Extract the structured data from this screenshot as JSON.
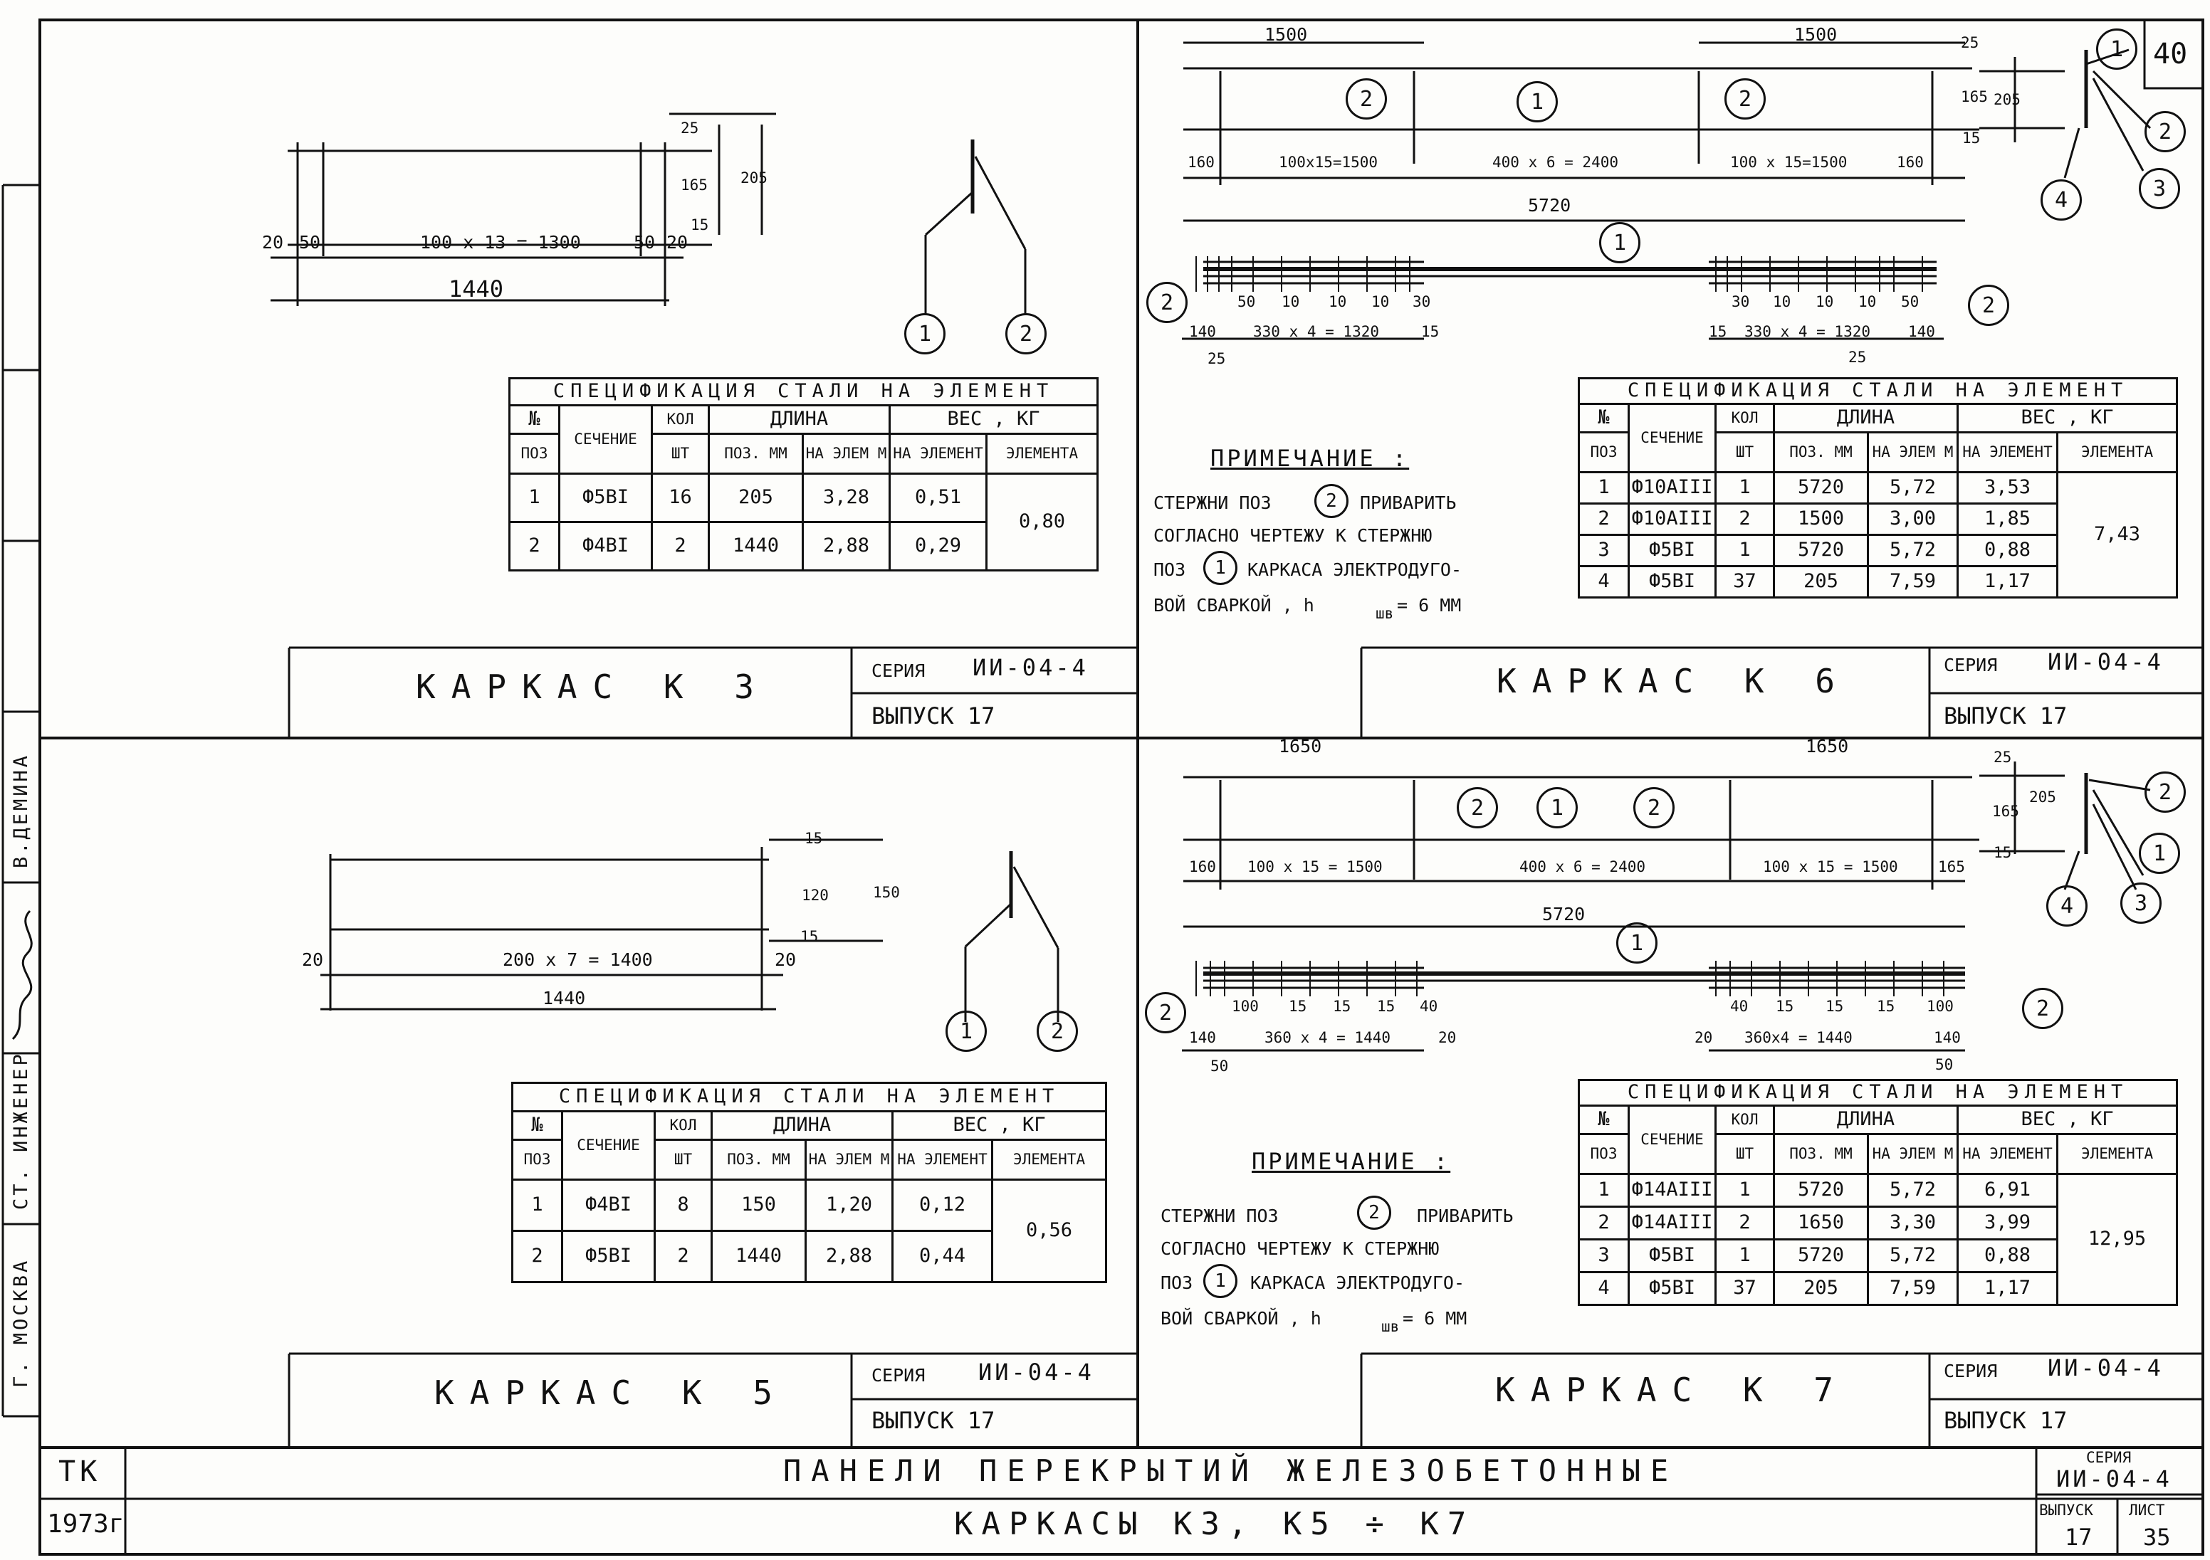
{
  "sheet_no": "40",
  "side_stamp": {
    "engineer_label": "СТ. ИНЖЕНЕР",
    "engineer_name": "В.ДЕМИНА",
    "city": "Г. МОСКВА"
  },
  "common": {
    "spec_title": "СПЕЦИФИКАЦИЯ СТАЛИ НА ЭЛЕМЕНТ",
    "h_no": "№",
    "h_pos": "ПОЗ",
    "h_section": "СЕЧЕНИЕ",
    "h_qty": "КОЛ",
    "h_qty_unit": "ШТ",
    "h_length": "ДЛИНА",
    "h_len_pos": "ПОЗ. ММ",
    "h_len_elem": "НА ЭЛЕМ М",
    "h_weight": "ВЕС , КГ",
    "h_w_elem": "НА ЭЛЕМЕНТ",
    "h_w_total": "ЭЛЕМЕНТА",
    "series_label": "СЕРИЯ",
    "series_value": "ИИ-04-4",
    "issue": "ВЫПУСК 17",
    "note_title": "ПРИМЕЧАНИЕ :",
    "note_text_a": "СТЕРЖНИ ПОЗ",
    "note_text_b": "ПРИВАРИТЬ",
    "note_text_c": "СОГЛАСНО ЧЕРТЕЖУ К СТЕРЖНЮ",
    "note_text_d": "ПОЗ",
    "note_text_e": "КАРКАСА ЭЛЕКТРОДУГО-",
    "note_text_f": "ВОЙ СВАРКОЙ , h",
    "note_text_g": "шв",
    "note_text_h": "= 6 ММ"
  },
  "k3": {
    "title": "КАРКАС К 3",
    "dims": {
      "d25": "25",
      "d165": "165",
      "d205": "205",
      "d15": "15",
      "d20": "20",
      "d50": "50",
      "span": "100 х 13 = 1300",
      "total": "1440"
    },
    "rows": [
      {
        "pos": "1",
        "section": "Ф5ВI",
        "qty": "16",
        "len_pos": "205",
        "len_elem": "3,28",
        "w_elem": "0,51"
      },
      {
        "pos": "2",
        "section": "Ф4ВI",
        "qty": "2",
        "len_pos": "1440",
        "len_elem": "2,88",
        "w_elem": "0,29"
      }
    ],
    "total": "0,80"
  },
  "k5": {
    "title": "КАРКАС К 5",
    "dims": {
      "d15": "15",
      "d120": "120",
      "d150": "150",
      "d20": "20",
      "span": "200 х 7 = 1400",
      "total": "1440"
    },
    "rows": [
      {
        "pos": "1",
        "section": "Ф4ВI",
        "qty": "8",
        "len_pos": "150",
        "len_elem": "1,20",
        "w_elem": "0,12"
      },
      {
        "pos": "2",
        "section": "Ф5ВI",
        "qty": "2",
        "len_pos": "1440",
        "len_elem": "2,88",
        "w_elem": "0,44"
      }
    ],
    "total": "0,56"
  },
  "k6": {
    "title": "КАРКАС К 6",
    "dims": {
      "top_left": "1500",
      "top_right": "1500",
      "d25": "25",
      "d165": "165",
      "d205": "205",
      "d15": "15",
      "d160a": "160",
      "s1": "100х15=1500",
      "s2": "400 х 6 = 2400",
      "s3": "100 х 15=1500",
      "d160b": "160",
      "total": "5720",
      "pa": [
        "50",
        "10",
        "10",
        "10",
        "30"
      ],
      "pb": [
        "30",
        "10",
        "10",
        "10",
        "50"
      ],
      "l140": "140",
      "l_span": "330 х 4 = 1320",
      "l15": "15",
      "r15": "15",
      "r_span": "330 х 4 = 1320",
      "r140": "140",
      "b25a": "25",
      "b25b": "25"
    },
    "rows": [
      {
        "pos": "1",
        "section": "Ф10АIII",
        "qty": "1",
        "len_pos": "5720",
        "len_elem": "5,72",
        "w_elem": "3,53"
      },
      {
        "pos": "2",
        "section": "Ф10АIII",
        "qty": "2",
        "len_pos": "1500",
        "len_elem": "3,00",
        "w_elem": "1,85"
      },
      {
        "pos": "3",
        "section": "Ф5ВI",
        "qty": "1",
        "len_pos": "5720",
        "len_elem": "5,72",
        "w_elem": "0,88"
      },
      {
        "pos": "4",
        "section": "Ф5ВI",
        "qty": "37",
        "len_pos": "205",
        "len_elem": "7,59",
        "w_elem": "1,17"
      }
    ],
    "total": "7,43"
  },
  "k7": {
    "title": "КАРКАС К 7",
    "dims": {
      "top_left": "1650",
      "top_right": "1650",
      "d25": "25",
      "d165": "165",
      "d205": "205",
      "d15": "15",
      "d160": "160",
      "s1": "100 х 15 = 1500",
      "s2": "400 х 6 = 2400",
      "s3": "100 х 15 = 1500",
      "d165b": "165",
      "total": "5720",
      "pa": [
        "100",
        "15",
        "15",
        "15",
        "40"
      ],
      "pb": [
        "40",
        "15",
        "15",
        "15",
        "100"
      ],
      "l140": "140",
      "l_span": "360 х 4 = 1440",
      "l20": "20",
      "r20": "20",
      "r_span": "360х4 = 1440",
      "r140": "140",
      "b50a": "50",
      "b50b": "50"
    },
    "rows": [
      {
        "pos": "1",
        "section": "Ф14АIII",
        "qty": "1",
        "len_pos": "5720",
        "len_elem": "5,72",
        "w_elem": "6,91"
      },
      {
        "pos": "2",
        "section": "Ф14АIII",
        "qty": "2",
        "len_pos": "1650",
        "len_elem": "3,30",
        "w_elem": "3,99"
      },
      {
        "pos": "3",
        "section": "Ф5ВI",
        "qty": "1",
        "len_pos": "5720",
        "len_elem": "5,72",
        "w_elem": "0,88"
      },
      {
        "pos": "4",
        "section": "Ф5ВI",
        "qty": "37",
        "len_pos": "205",
        "len_elem": "7,59",
        "w_elem": "1,17"
      }
    ],
    "total": "12,95"
  },
  "titleblock": {
    "org": "ТК",
    "year": "1973г",
    "line1": "ПАНЕЛИ ПЕРЕКРЫТИЙ ЖЕЛЕЗОБЕТОННЫЕ",
    "line2": "КАРКАСЫ К3, К5 ÷ К7",
    "series_label": "СЕРИЯ",
    "series_value": "ИИ-04-4",
    "issue_label": "ВЫПУСК",
    "issue_value": "17",
    "sheet_label": "ЛИСТ",
    "sheet_value": "35"
  }
}
